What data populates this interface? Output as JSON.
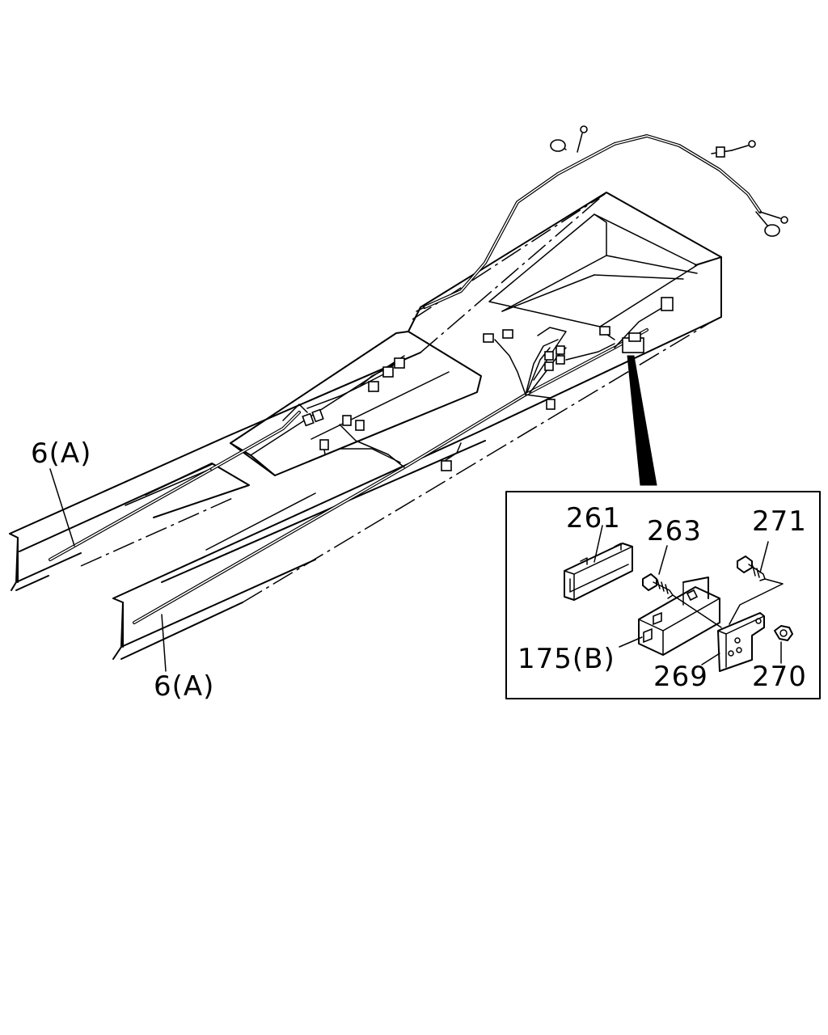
{
  "labels": {
    "main_harness_upper": "6(A)",
    "main_harness_lower": "6(A)",
    "cover": "261",
    "bolt": "263",
    "bolt_upper": "271",
    "junction_block": "175(B)",
    "bracket": "269",
    "nut": "270"
  }
}
